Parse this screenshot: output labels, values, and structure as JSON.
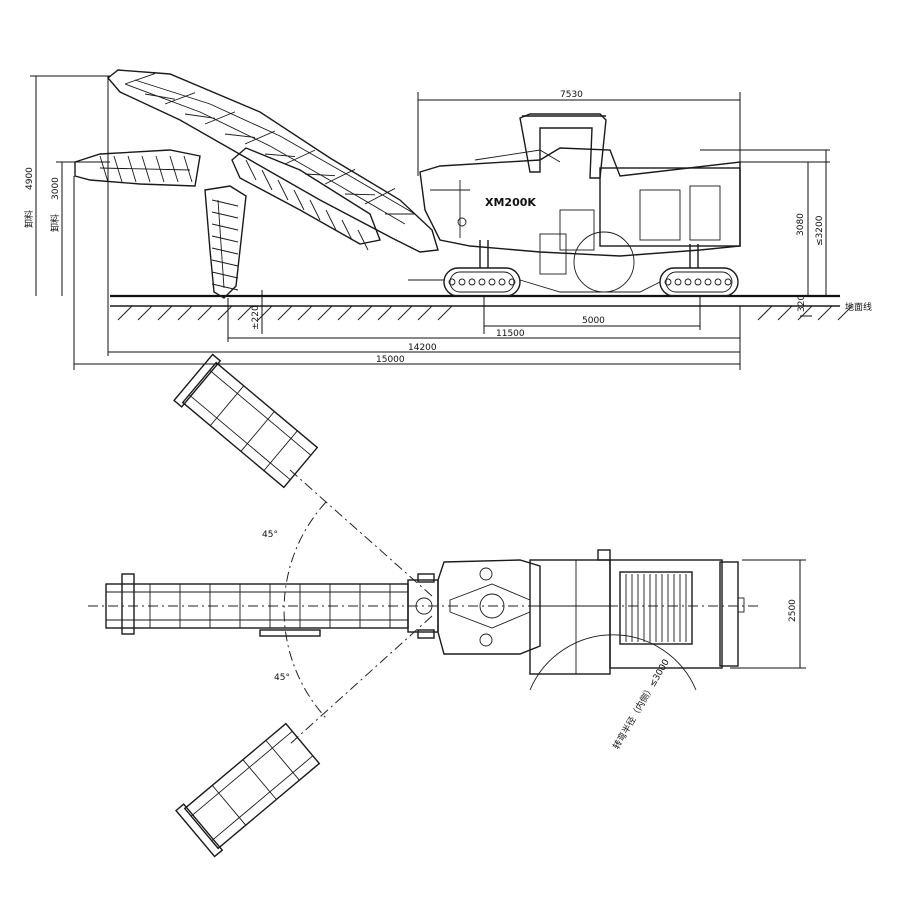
{
  "model_label": "XM200K",
  "side_view": {
    "dims": {
      "length_machine": "7530",
      "total_height": "4900",
      "conveyor_height": "3000",
      "machine_height": "3080",
      "height_3200": "≤3200",
      "milling_depth": "320",
      "track_base": "5000",
      "length_11500": "11500",
      "length_14200": "14200",
      "length_15000": "15000",
      "small_depth": "±220"
    },
    "labels": {
      "height_label_a": "卸料",
      "height_label_b": "卸料",
      "ground_label": "地面线"
    }
  },
  "top_view": {
    "angle_upper": "45°",
    "angle_lower": "45°",
    "width": "2500",
    "radius_note": "转弯半径（内侧）≤3000"
  }
}
